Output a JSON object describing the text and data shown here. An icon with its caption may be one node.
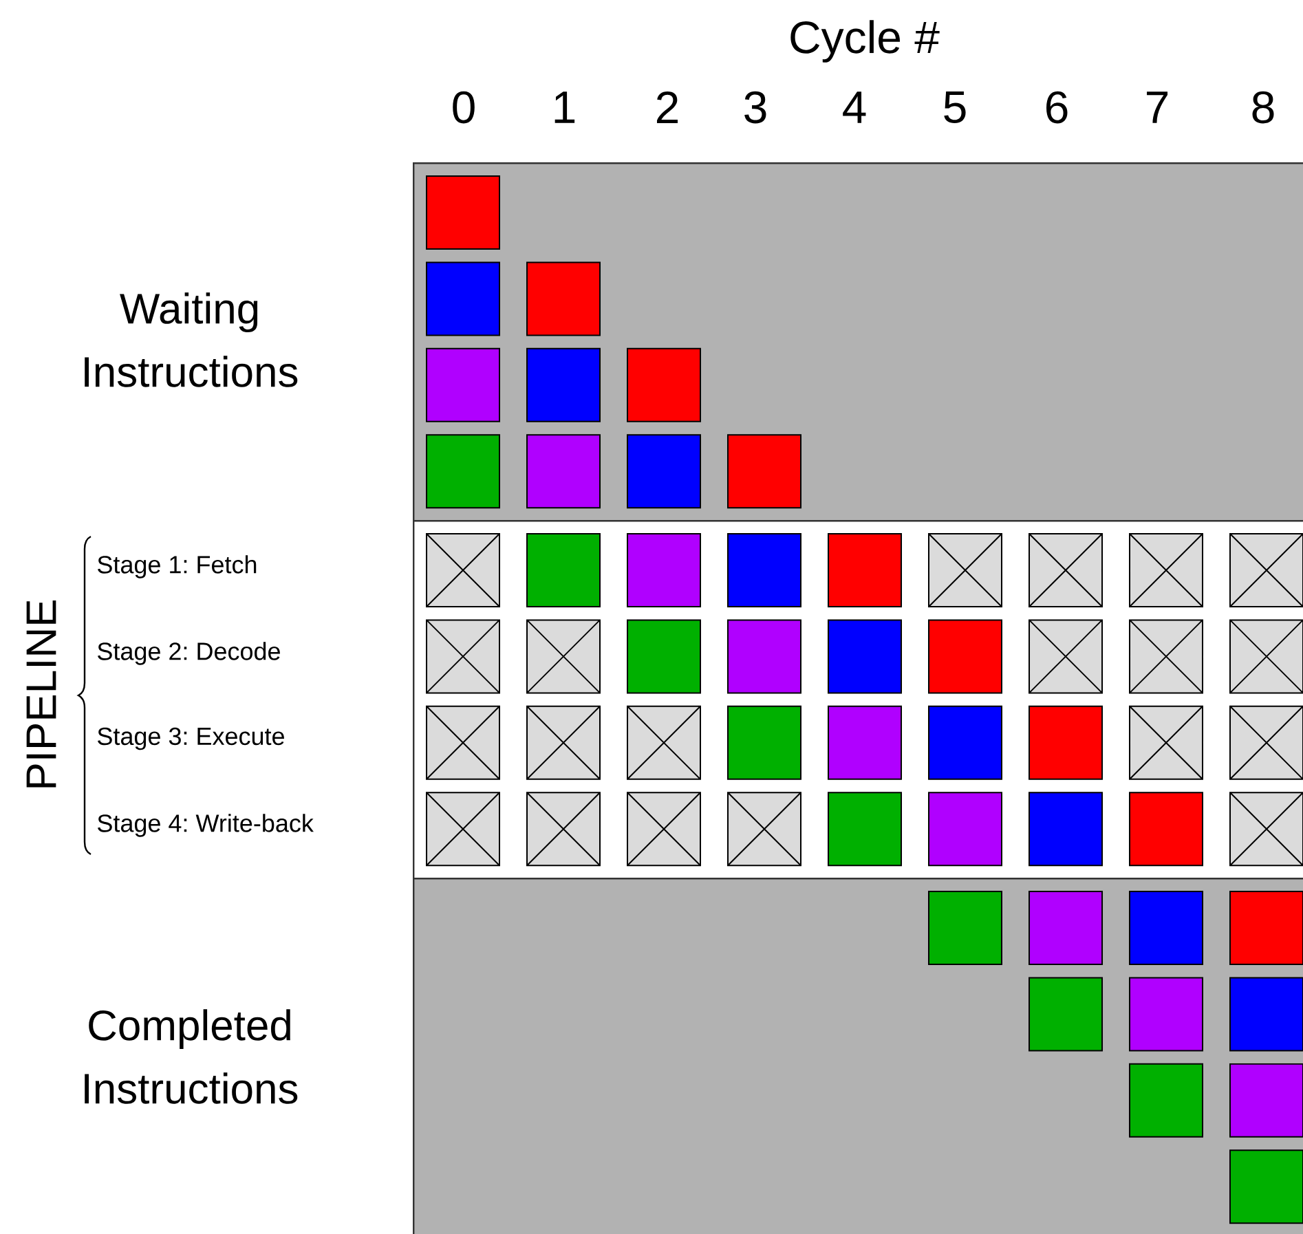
{
  "diagram": {
    "nodes": [
      {
        "text": [
          "Waiting Instructions"
        ]
      },
      {
        "text": [],
        "shape": "box"
      },
      {
        "text": [
          "Completed Instructions"
        ]
      }
    ],
    "labels": [
      "Cycle #",
      "0",
      "1",
      "2",
      "3",
      "4",
      "5",
      "6",
      "7",
      "8",
      "PIPELINE",
      "Stage 1: Fetch",
      "Stage 2: Decode",
      "Stage 3: Execute",
      "Stage 4: Write-back"
    ]
  }
}
